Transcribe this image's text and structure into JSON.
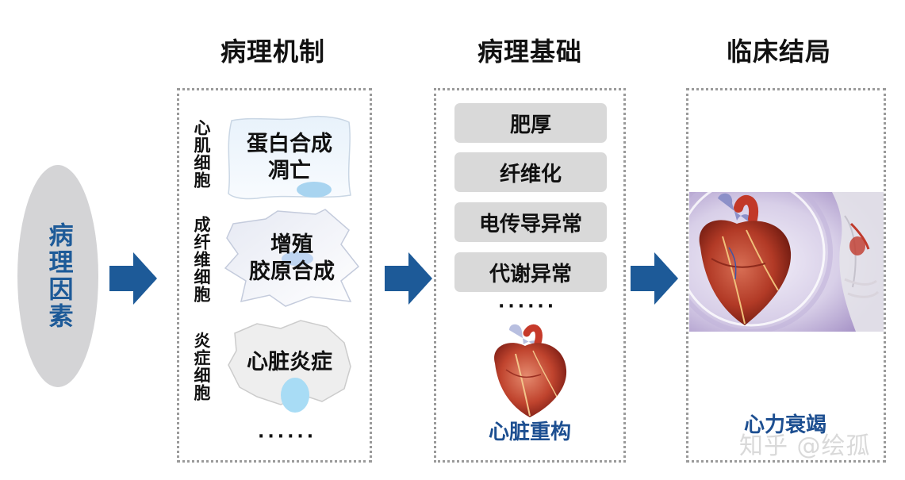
{
  "headers": {
    "mechanism": "病理机制",
    "basis": "病理基础",
    "outcome": "临床结局"
  },
  "factor": "病理因素",
  "mechanism": {
    "rows": [
      {
        "cell": "心肌细胞",
        "effect": "蛋白合成\n凋亡"
      },
      {
        "cell": "成纤维细胞",
        "effect": "增殖\n胶原合成"
      },
      {
        "cell": "炎症细胞",
        "effect": "心脏炎症"
      }
    ],
    "more": "······"
  },
  "basis": {
    "items": [
      "肥厚",
      "纤维化",
      "电传导异常",
      "代谢异常"
    ],
    "more": "······",
    "caption": "心脏重构"
  },
  "outcome": {
    "caption": "心力衰竭"
  },
  "watermark": "知乎 @绘孤",
  "colors": {
    "arrow": "#1d5a98",
    "factor_text": "#1d5a98",
    "caption": "#1d4f91",
    "ellipse": "#d4d4d6",
    "gray_box": "#d9d9d9"
  }
}
